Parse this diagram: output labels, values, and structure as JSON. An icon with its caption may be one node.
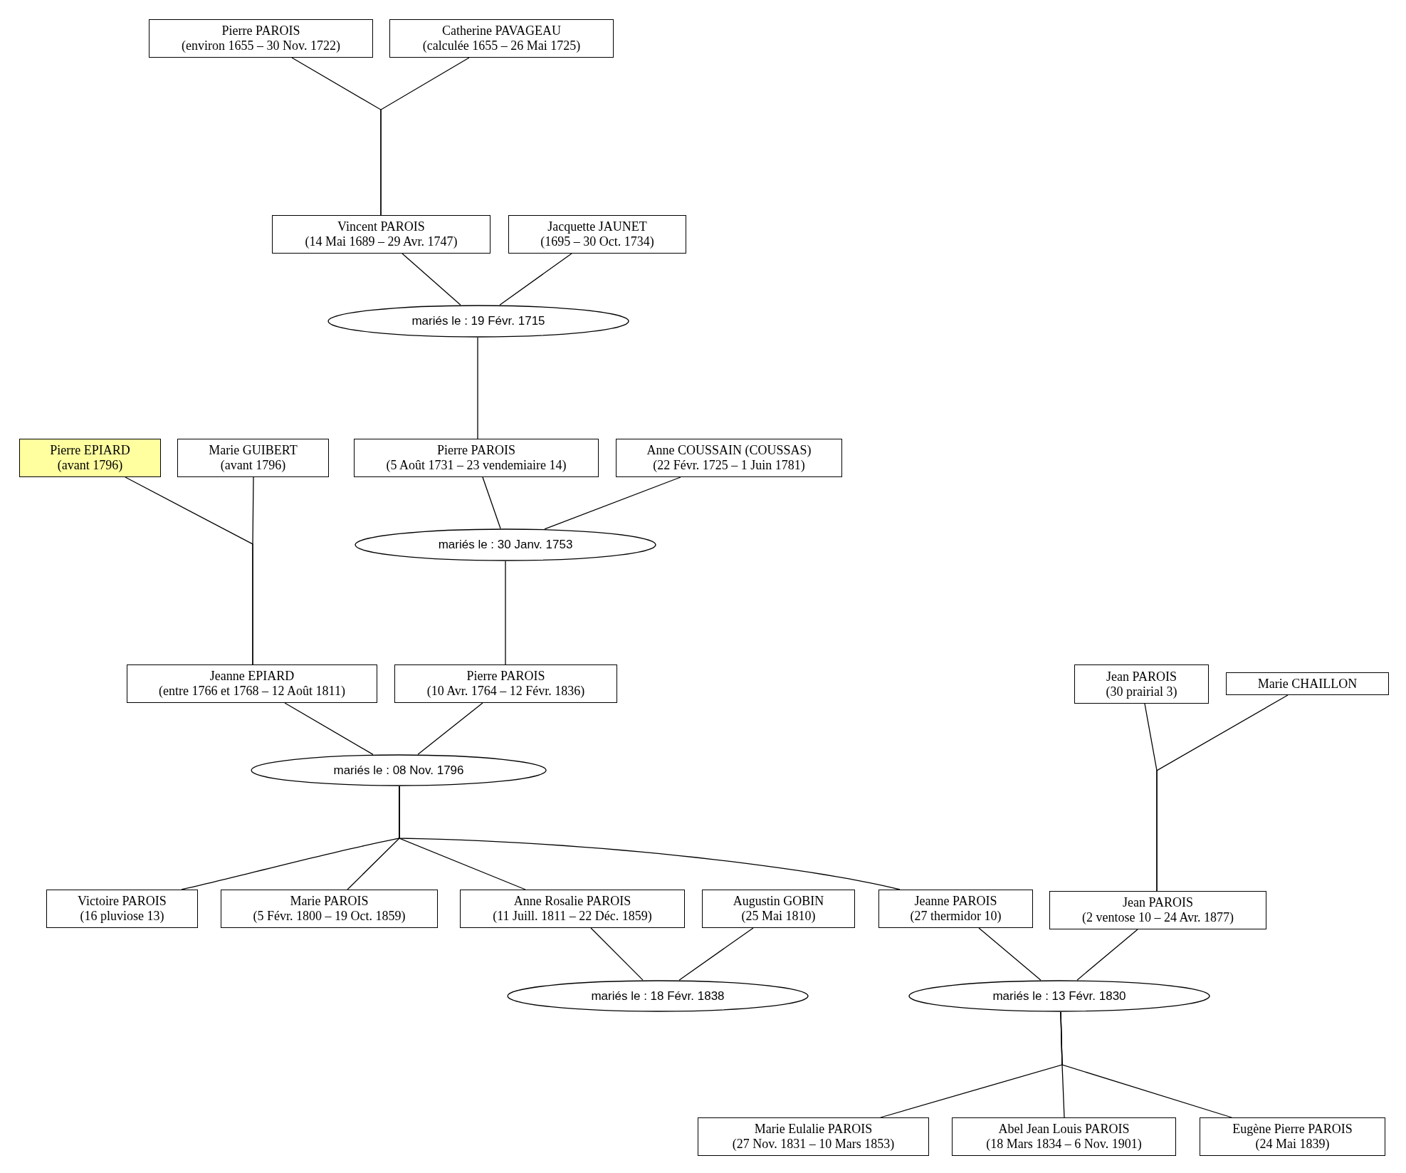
{
  "diagram": {
    "nodes": [
      {
        "text": [
          "Pierre PAROIS",
          "(environ 1655 – 30 Nov. 1722)"
        ]
      },
      {
        "text": [
          "Catherine PAVAGEAU",
          "(calculée 1655 – 26 Mai 1725)"
        ]
      },
      {
        "text": [
          "Vincent PAROIS",
          "(14 Mai 1689 – 29 Avr. 1747)"
        ]
      },
      {
        "text": [
          "Jacquette JAUNET",
          "(1695 – 30 Oct. 1734)"
        ]
      },
      {
        "text": [
          "mariés le : 19 Févr. 1715"
        ]
      },
      {
        "text": [
          "Pierre EPIARD",
          "(avant 1796)"
        ]
      },
      {
        "text": [
          "Marie GUIBERT",
          "(avant 1796)"
        ]
      },
      {
        "text": [
          "Pierre PAROIS",
          "(5 Août 1731 – 23 vendemiaire 14)"
        ]
      },
      {
        "text": [
          "Anne COUSSAIN (COUSSAS)",
          "(22 Févr. 1725 – 1 Juin 1781)"
        ]
      },
      {
        "text": [
          "mariés le : 30 Janv. 1753"
        ]
      },
      {
        "text": [
          "Jeanne EPIARD",
          "(entre 1766 et 1768 – 12 Août 1811)"
        ]
      },
      {
        "text": [
          "Pierre PAROIS",
          "(10 Avr. 1764 – 12 Févr. 1836)"
        ]
      },
      {
        "text": [
          "Jean PAROIS",
          "(30 prairial 3)"
        ]
      },
      {
        "text": [
          "Marie CHAILLON"
        ]
      },
      {
        "text": [
          "mariés le : 08 Nov. 1796"
        ]
      },
      {
        "text": [
          "Victoire PAROIS",
          "(16 pluviose 13)"
        ]
      },
      {
        "text": [
          "Marie PAROIS",
          "(5 Févr. 1800 – 19 Oct. 1859)"
        ]
      },
      {
        "text": [
          "Anne Rosalie PAROIS",
          "(11 Juill. 1811 – 22 Déc. 1859)"
        ]
      },
      {
        "text": [
          "Augustin GOBIN",
          "(25 Mai 1810)"
        ]
      },
      {
        "text": [
          "Jeanne PAROIS",
          "(27 thermidor 10)"
        ]
      },
      {
        "text": [
          "Jean PAROIS",
          "(2 ventose 10 – 24 Avr. 1877)"
        ]
      },
      {
        "text": [
          "mariés le : 18 Févr. 1838"
        ]
      },
      {
        "text": [
          "mariés le : 13 Févr. 1830"
        ]
      },
      {
        "text": [
          "Marie Eulalie PAROIS",
          "(27 Nov. 1831 – 10 Mars 1853)"
        ]
      },
      {
        "text": [
          "Abel Jean Louis PAROIS",
          "(18 Mars 1834 – 6 Nov. 1901)"
        ]
      },
      {
        "text": [
          "Eugène Pierre PAROIS",
          "(24 Mai 1839)"
        ]
      }
    ],
    "edges": [
      {
        "from": 0,
        "to": 2,
        "arrow": "none"
      },
      {
        "from": 1,
        "to": 2,
        "arrow": "none"
      },
      {
        "from": 2,
        "to": 4,
        "arrow": "none"
      },
      {
        "from": 3,
        "to": 4,
        "arrow": "none"
      },
      {
        "from": 4,
        "to": 7,
        "arrow": "none"
      },
      {
        "from": 5,
        "to": 10,
        "arrow": "none"
      },
      {
        "from": 6,
        "to": 10,
        "arrow": "none"
      },
      {
        "from": 7,
        "to": 9,
        "arrow": "none"
      },
      {
        "from": 8,
        "to": 9,
        "arrow": "none"
      },
      {
        "from": 9,
        "to": 11,
        "arrow": "none"
      },
      {
        "from": 10,
        "to": 14,
        "arrow": "none"
      },
      {
        "from": 11,
        "to": 14,
        "arrow": "none"
      },
      {
        "from": 12,
        "to": 20,
        "arrow": "none"
      },
      {
        "from": 13,
        "to": 20,
        "arrow": "none"
      },
      {
        "from": 14,
        "to": 15,
        "arrow": "none"
      },
      {
        "from": 14,
        "to": 16,
        "arrow": "none"
      },
      {
        "from": 14,
        "to": 17,
        "arrow": "none"
      },
      {
        "from": 14,
        "to": 19,
        "arrow": "none"
      },
      {
        "from": 17,
        "to": 21,
        "arrow": "none"
      },
      {
        "from": 18,
        "to": 21,
        "arrow": "none"
      },
      {
        "from": 19,
        "to": 22,
        "arrow": "none"
      },
      {
        "from": 20,
        "to": 22,
        "arrow": "none"
      },
      {
        "from": 22,
        "to": 23,
        "arrow": "none"
      },
      {
        "from": 22,
        "to": 24,
        "arrow": "none"
      },
      {
        "from": 22,
        "to": 25,
        "arrow": "none"
      }
    ]
  }
}
